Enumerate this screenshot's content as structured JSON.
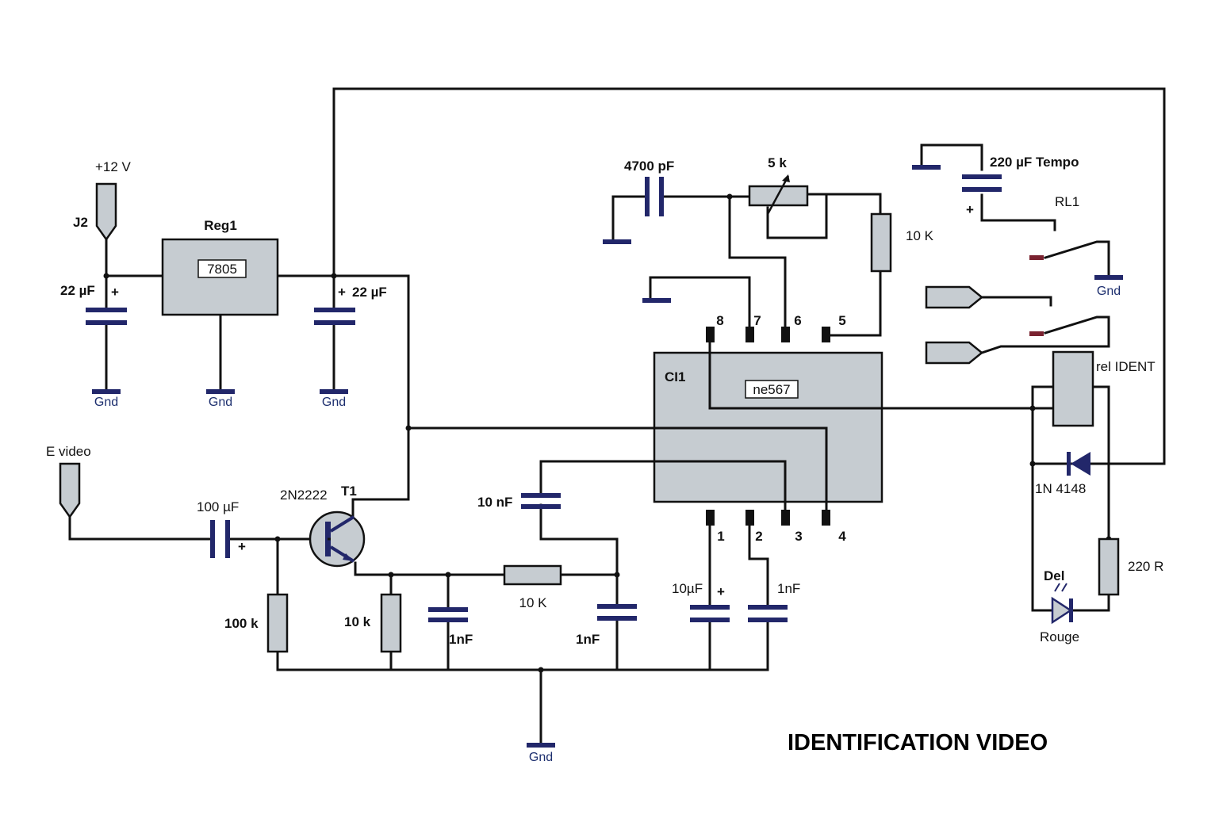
{
  "title": "IDENTIFICATION VIDEO",
  "connectors": {
    "j2": {
      "ref": "J2",
      "value": "+12 V"
    },
    "video_in": {
      "label": "E video"
    }
  },
  "regulator": {
    "ref": "Reg1",
    "part": "7805"
  },
  "ic": {
    "ref": "CI1",
    "part": "ne567",
    "pins": [
      "1",
      "2",
      "3",
      "4",
      "5",
      "6",
      "7",
      "8"
    ]
  },
  "transistor": {
    "ref": "T1",
    "part": "2N2222"
  },
  "capacitors": {
    "c_in": "22 µF",
    "c_out": "22 µF",
    "c_video": "100 µF",
    "c_filter1": "1nF",
    "c_filter2": "1nF",
    "c_coupling": "10 nF",
    "c_pin1": "10µF",
    "c_pin2": "1nF",
    "c_timing": "4700 pF",
    "c_tempo": "220 µF Tempo"
  },
  "resistors": {
    "r_bias": "100 k",
    "r_emitter": "10 k",
    "r_filter": "10 K",
    "r_pin5": "10 K",
    "pot": "5 k",
    "r_led": "220 R"
  },
  "relay": {
    "ref": "RL1",
    "coil": "rel IDENT"
  },
  "diode": "1N 4148",
  "led": {
    "ref": "Del",
    "color": "Rouge"
  },
  "polarity": "+",
  "ground": "Gnd",
  "colors": {
    "component_fill": "#c6ccd1",
    "capacitor_plate": "#22276a",
    "ground_text": "#1c2e6e"
  }
}
